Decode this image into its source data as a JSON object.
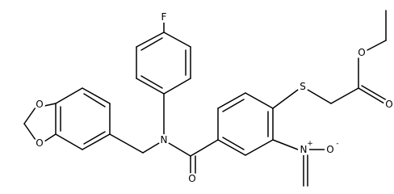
{
  "diagram": {
    "kind": "skeletal chemical structure",
    "colors": {
      "bond": "#000000",
      "background": "#ffffff"
    },
    "atom_labels": {
      "fluorine": "F",
      "amide_nitrogen": "N",
      "dioxole_oxygen_top": "O",
      "dioxole_oxygen_bottom": "O",
      "thioether_sulfur": "S",
      "amide_oxygen": "O",
      "nitro_nitrogen": "N",
      "nitro_nitrogen_charge": "+",
      "nitro_oxygen": "O",
      "nitro_oxygen_charge": "-",
      "ester_ether_oxygen": "O",
      "ester_carbonyl_oxygen": "O"
    }
  }
}
